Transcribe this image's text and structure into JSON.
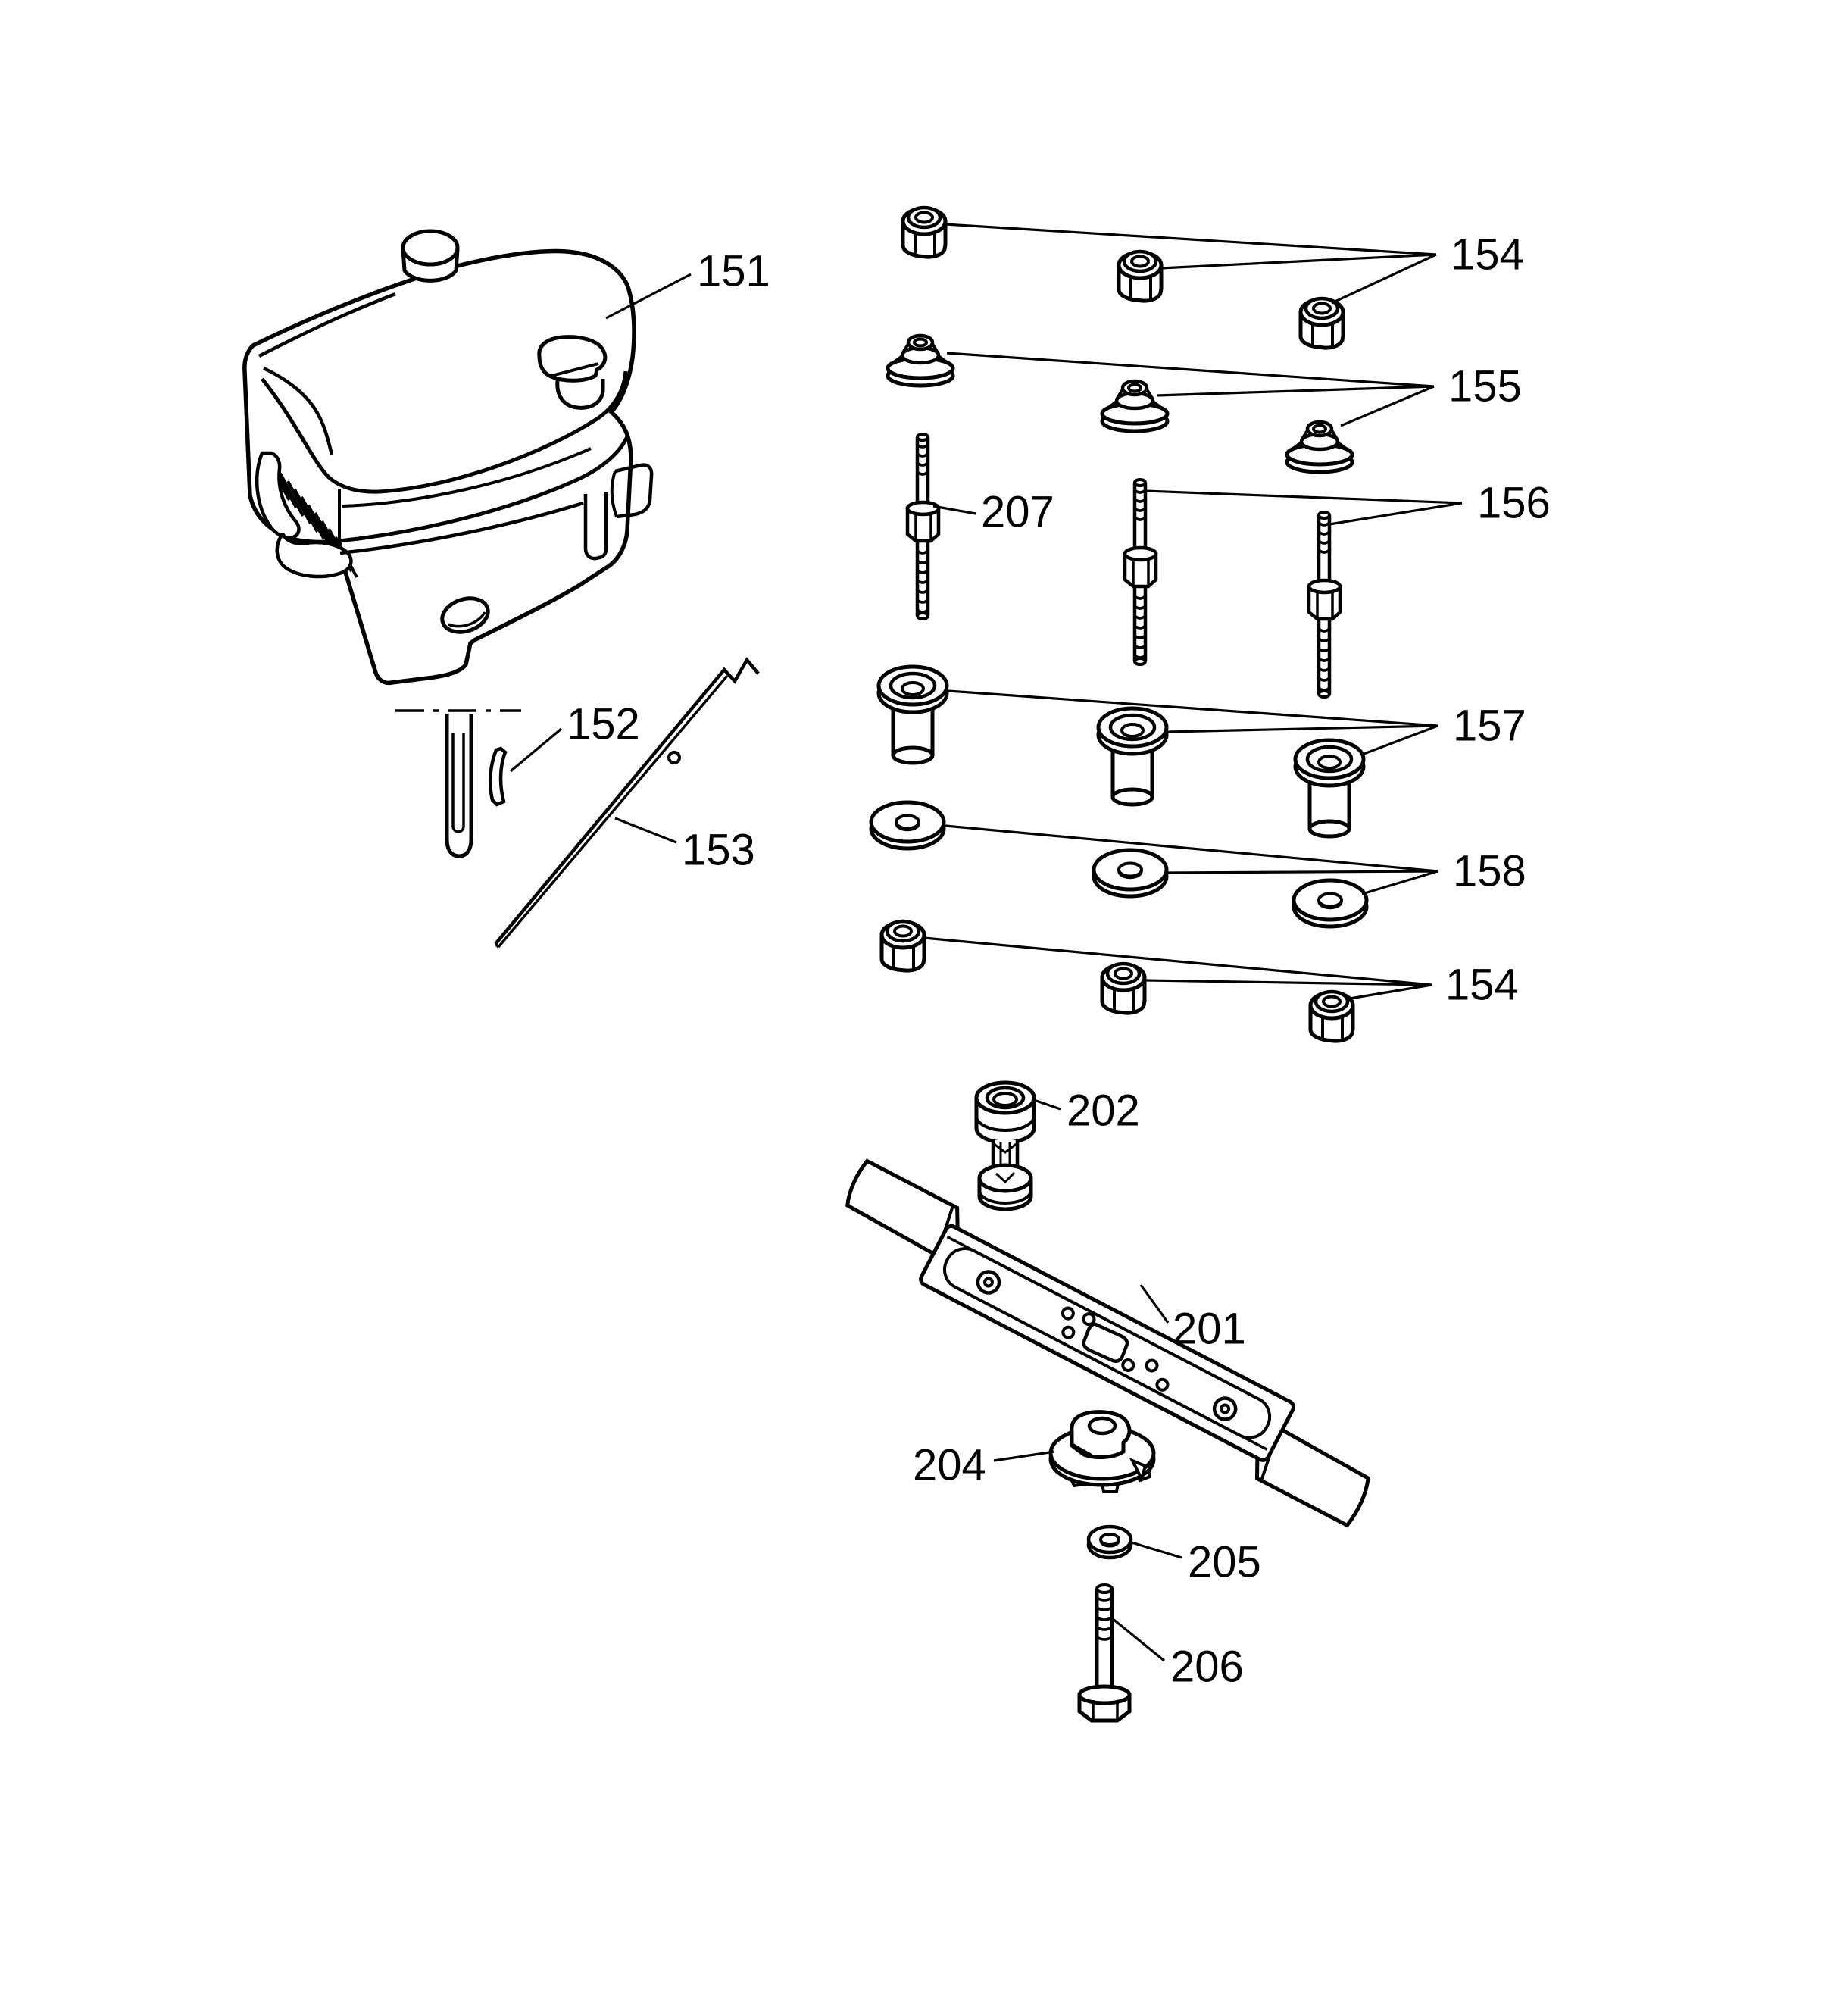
{
  "document": {
    "background_color": "#ffffff",
    "line_color": "#000000",
    "type": "exploded-parts-diagram",
    "callouts": {
      "c151": "151",
      "c152": "152",
      "c153": "153",
      "c154top": "154",
      "c155": "155",
      "c156": "156",
      "c207": "207",
      "c157": "157",
      "c158": "158",
      "c154bot": "154",
      "c202": "202",
      "c201": "201",
      "c204": "204",
      "c205": "205",
      "c206": "206"
    },
    "parts_shown": [
      {
        "label": "151",
        "quantity_shown": 1
      },
      {
        "label": "152",
        "quantity_shown": 1
      },
      {
        "label": "153",
        "quantity_shown": 1
      },
      {
        "label": "154",
        "quantity_shown": 6
      },
      {
        "label": "155",
        "quantity_shown": 3
      },
      {
        "label": "156",
        "quantity_shown": 2
      },
      {
        "label": "207",
        "quantity_shown": 1
      },
      {
        "label": "157",
        "quantity_shown": 3
      },
      {
        "label": "158",
        "quantity_shown": 3
      },
      {
        "label": "202",
        "quantity_shown": 1
      },
      {
        "label": "201",
        "quantity_shown": 1
      },
      {
        "label": "204",
        "quantity_shown": 1
      },
      {
        "label": "205",
        "quantity_shown": 1
      },
      {
        "label": "206",
        "quantity_shown": 1
      }
    ]
  }
}
